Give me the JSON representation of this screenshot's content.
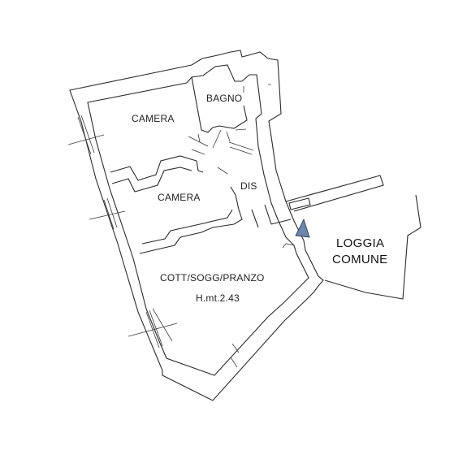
{
  "rooms": {
    "camera_top": "CAMERA",
    "bagno": "BAGNO",
    "camera_bottom": "CAMERA",
    "dis": "DIS",
    "cott": "COTT/SOGG/PRANZO",
    "height": "H.mt.2.43"
  },
  "loggia": {
    "line1": "LOGGIA",
    "line2": "COMUNE"
  },
  "colors": {
    "wall": "#2b2b2b",
    "entrance_marker": "#6a86ad"
  },
  "icons": {
    "entrance": "triangle-entrance-icon"
  }
}
